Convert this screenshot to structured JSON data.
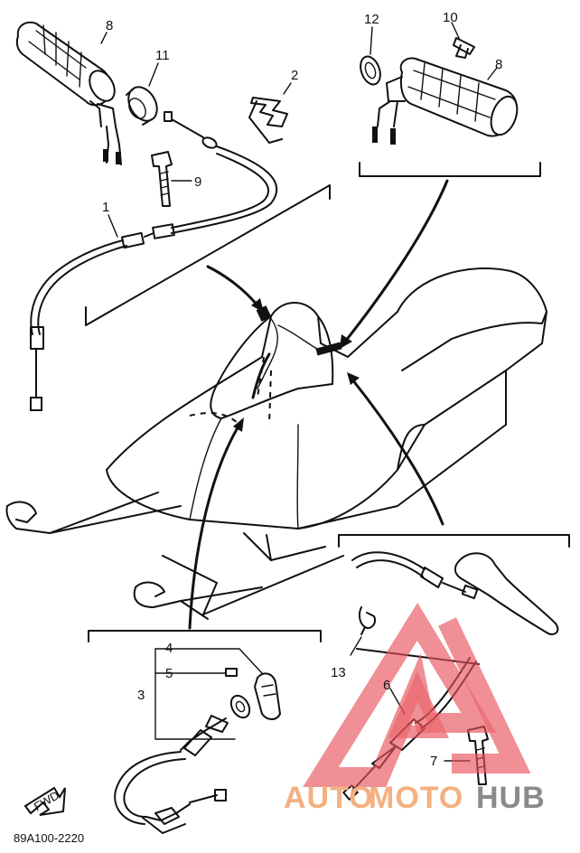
{
  "diagram": {
    "part_code": "89A100-2220",
    "fwd_label": "FWD",
    "part_numbers": {
      "p1": "1",
      "p2": "2",
      "p3": "3",
      "p4": "4",
      "p5": "5",
      "p6": "6",
      "p7": "7",
      "p8_left": "8",
      "p8_right": "8",
      "p9": "9",
      "p10": "10",
      "p11": "11",
      "p12": "12",
      "p13": "13"
    }
  },
  "watermark": {
    "text_a": "AUTO",
    "text_b": "MOTO",
    "text_c": "HUB",
    "color_orange": "#f4b080",
    "color_red": "#e8505a",
    "color_gray": "#8a8a8a"
  }
}
